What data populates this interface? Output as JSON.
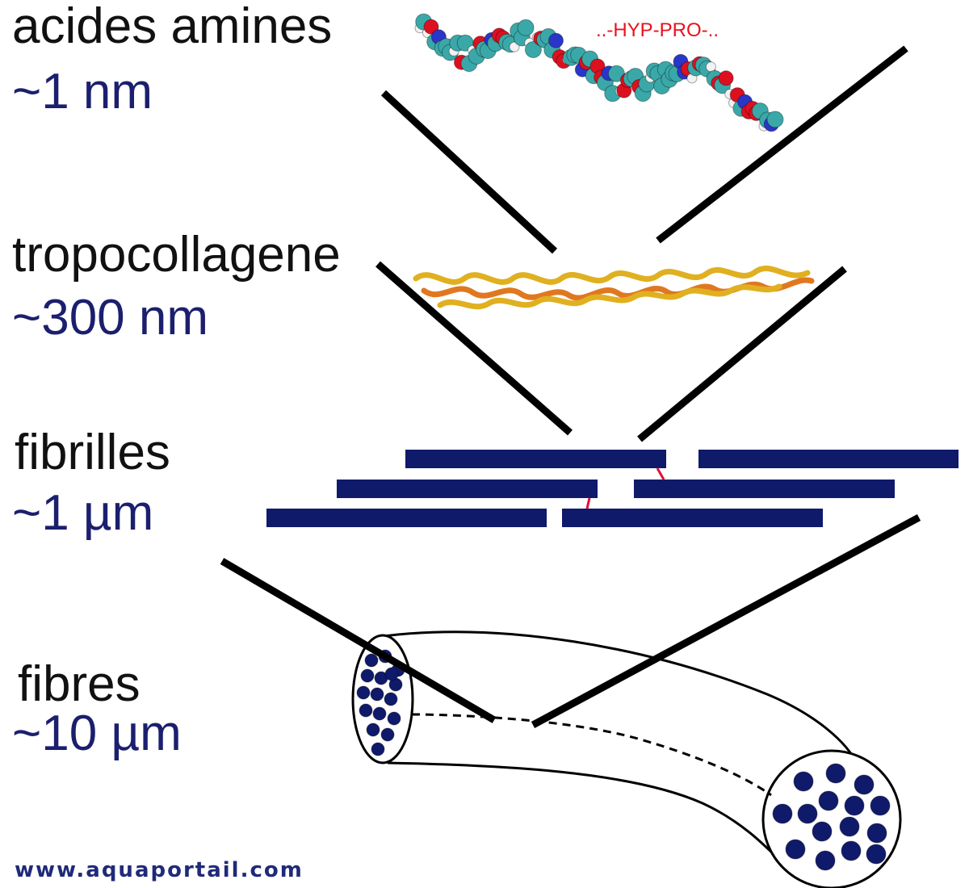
{
  "levels": [
    {
      "name": "acides amines",
      "size": "~1 nm"
    },
    {
      "name": "tropocollagene",
      "size": "~300 nm"
    },
    {
      "name": "fibrilles",
      "size": "~1 µm"
    },
    {
      "name": "fibres",
      "size": "~10 µm"
    }
  ],
  "sequence_label": "..-HYP-PRO-..",
  "credit": "www.aquaportail.com",
  "colors": {
    "size_text": "#1b1f6e",
    "fibril": "#0f1a6b",
    "sequence": "#e8121c",
    "crosslink": "#e0103a",
    "line": "#000000",
    "credit": "#1f2a7a",
    "atom_carbon": "#3aa8a8",
    "atom_oxygen": "#dd1020",
    "atom_nitrogen": "#2a36c8",
    "atom_hydrogen": "#f2f2f2",
    "helix_gold": "#e0b020",
    "helix_orange": "#e07820"
  },
  "icons": [
    "amino-acid-molecule-icon",
    "triple-helix-icon",
    "collagen-fiber-icon"
  ]
}
